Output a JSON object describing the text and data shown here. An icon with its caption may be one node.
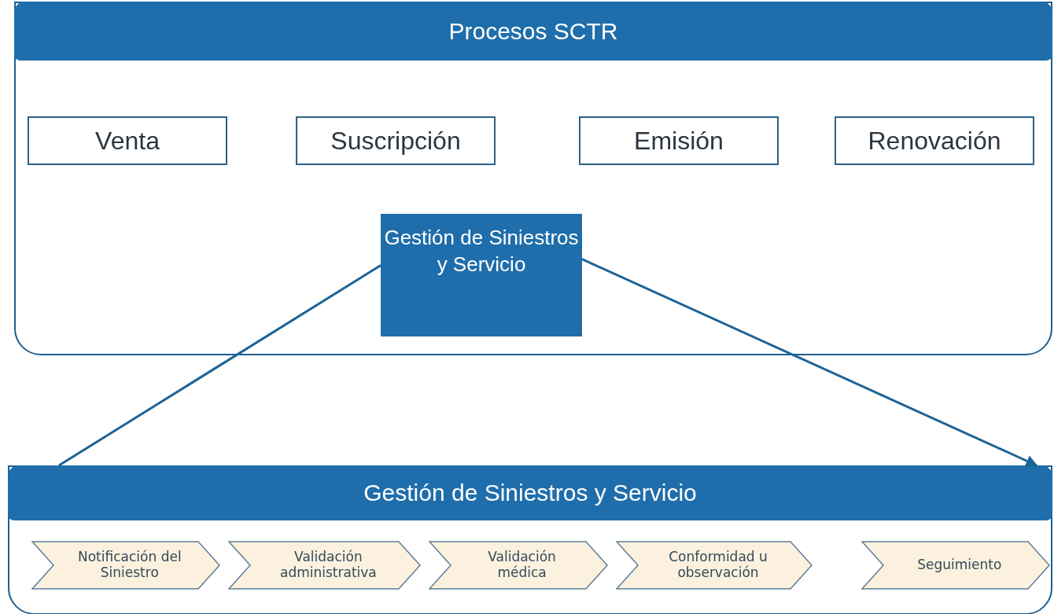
{
  "diagram": {
    "nodes": [
      {
        "text": [
          "Procesos SCTR"
        ]
      },
      {
        "text": [
          "Venta"
        ],
        "in": 0
      },
      {
        "text": [
          "Suscripción"
        ],
        "in": 0
      },
      {
        "text": [
          "Emisión"
        ],
        "in": 0
      },
      {
        "text": [
          "Renovación"
        ],
        "in": 0
      },
      {
        "text": [
          "Gestión de Siniestros y Servicio"
        ],
        "in": 0
      },
      {
        "text": [
          "Gestión de Siniestros y Servicio"
        ]
      },
      {
        "text": [
          "Notificación del Siniestro"
        ],
        "in": 6
      },
      {
        "text": [
          "Validación administrativa"
        ],
        "in": 6
      },
      {
        "text": [
          "Validación médica"
        ],
        "in": 6
      },
      {
        "text": [
          "Conformidad u observación"
        ],
        "in": 6
      },
      {
        "text": [
          "Seguimiento"
        ],
        "in": 6
      }
    ],
    "edges": [
      {
        "from": 5,
        "to": 6,
        "arrow": "none"
      },
      {
        "from": 5,
        "to": 6,
        "arrow": "to"
      }
    ]
  }
}
